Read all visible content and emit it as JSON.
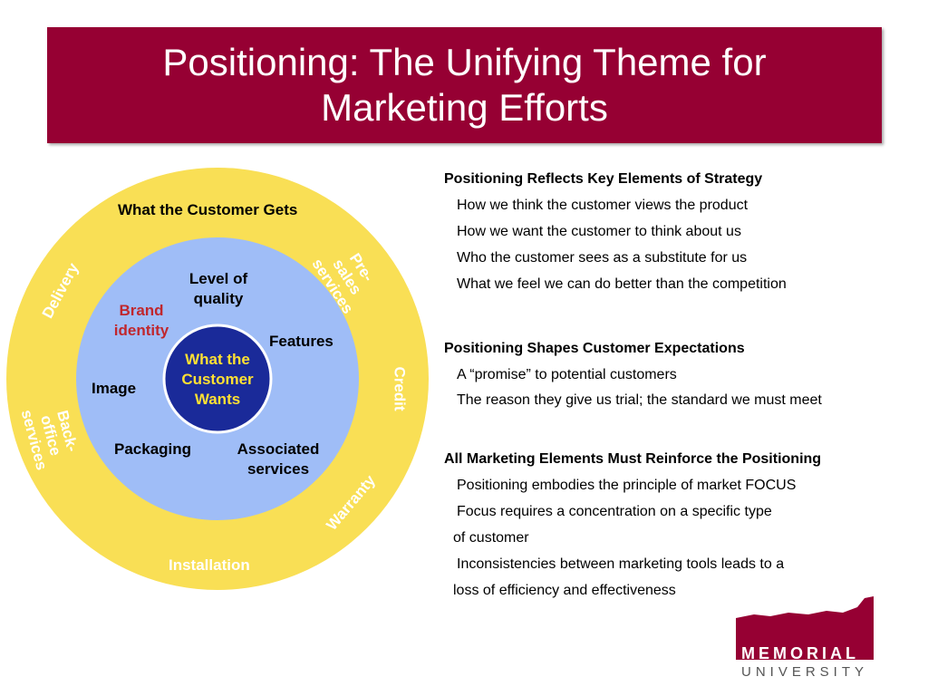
{
  "title": "Positioning:  The Unifying Theme for Marketing Efforts",
  "diagram": {
    "outer_ring_title": "What the Customer Gets",
    "outer_labels": {
      "delivery": "Delivery",
      "presales": "Pre-sales services",
      "credit": "Credit",
      "warranty": "Warranty",
      "installation": "Installation",
      "backoffice": "Back-office services"
    },
    "middle_labels": {
      "level_of_quality": "Level of quality",
      "brand_identity": "Brand identity",
      "features": "Features",
      "image": "Image",
      "packaging": "Packaging",
      "associated_services": "Associated services"
    },
    "core_label": "What the Customer Wants",
    "colors": {
      "outer": "#f9df55",
      "middle": "#9fbdf7",
      "core": "#1a2a99"
    }
  },
  "sections": [
    {
      "heading": "Positioning Reflects Key Elements of Strategy",
      "items": [
        "How we think the customer views the product",
        "How we want the customer to think about us",
        "Who the customer sees as a substitute for us",
        "What we feel we can do better than the competition"
      ]
    },
    {
      "heading": "Positioning Shapes Customer Expectations",
      "items": [
        "A “promise” to potential customers",
        "The reason they give us trial; the standard we must meet"
      ]
    },
    {
      "heading": "All Marketing Elements Must Reinforce the Positioning",
      "items": [
        "Positioning embodies the principle of market FOCUS",
        "Focus requires a concentration on a specific type",
        "of customer",
        "Inconsistencies between marketing tools leads to a",
        "loss of efficiency and effectiveness"
      ]
    }
  ],
  "logo": {
    "line1": "MEMORIAL",
    "line2": "UNIVERSITY",
    "color": "#960033"
  }
}
